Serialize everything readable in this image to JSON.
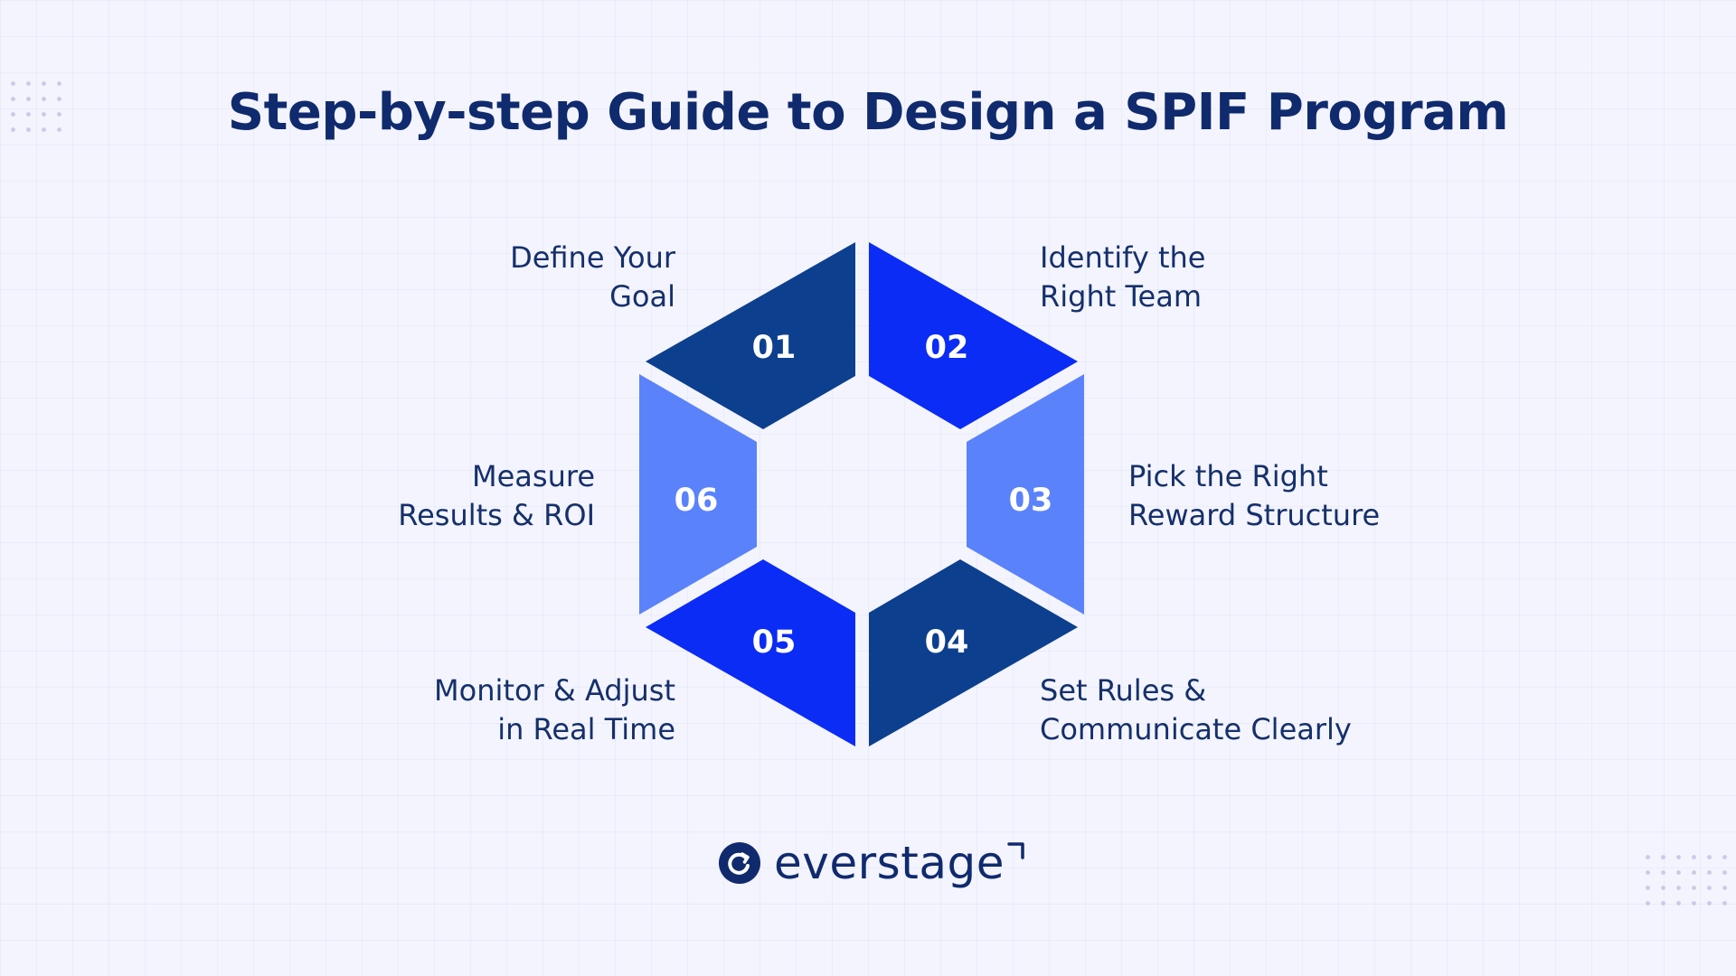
{
  "title": "Step-by-step Guide to Design a SPIF Program",
  "colors": {
    "background": "#f3f4fd",
    "title": "#102a6e",
    "label": "#15306b",
    "dark_navy": "#0d3f8f",
    "bright_blue": "#0b2cf5",
    "light_blue": "#5a82fb"
  },
  "steps": [
    {
      "number": "01",
      "line1": "Define Your",
      "line2": "Goal",
      "color": "#0d3f8f"
    },
    {
      "number": "02",
      "line1": "Identify the",
      "line2": "Right Team",
      "color": "#0b2cf5"
    },
    {
      "number": "03",
      "line1": "Pick the Right",
      "line2": "Reward Structure",
      "color": "#5a82fb"
    },
    {
      "number": "04",
      "line1": "Set Rules &",
      "line2": "Communicate Clearly",
      "color": "#0d3f8f"
    },
    {
      "number": "05",
      "line1": "Monitor & Adjust",
      "line2": "in Real Time",
      "color": "#0b2cf5"
    },
    {
      "number": "06",
      "line1": "Measure",
      "line2": "Results & ROI",
      "color": "#5a82fb"
    }
  ],
  "logo": {
    "text": "everstage",
    "icon": "everstage-logo-icon"
  }
}
